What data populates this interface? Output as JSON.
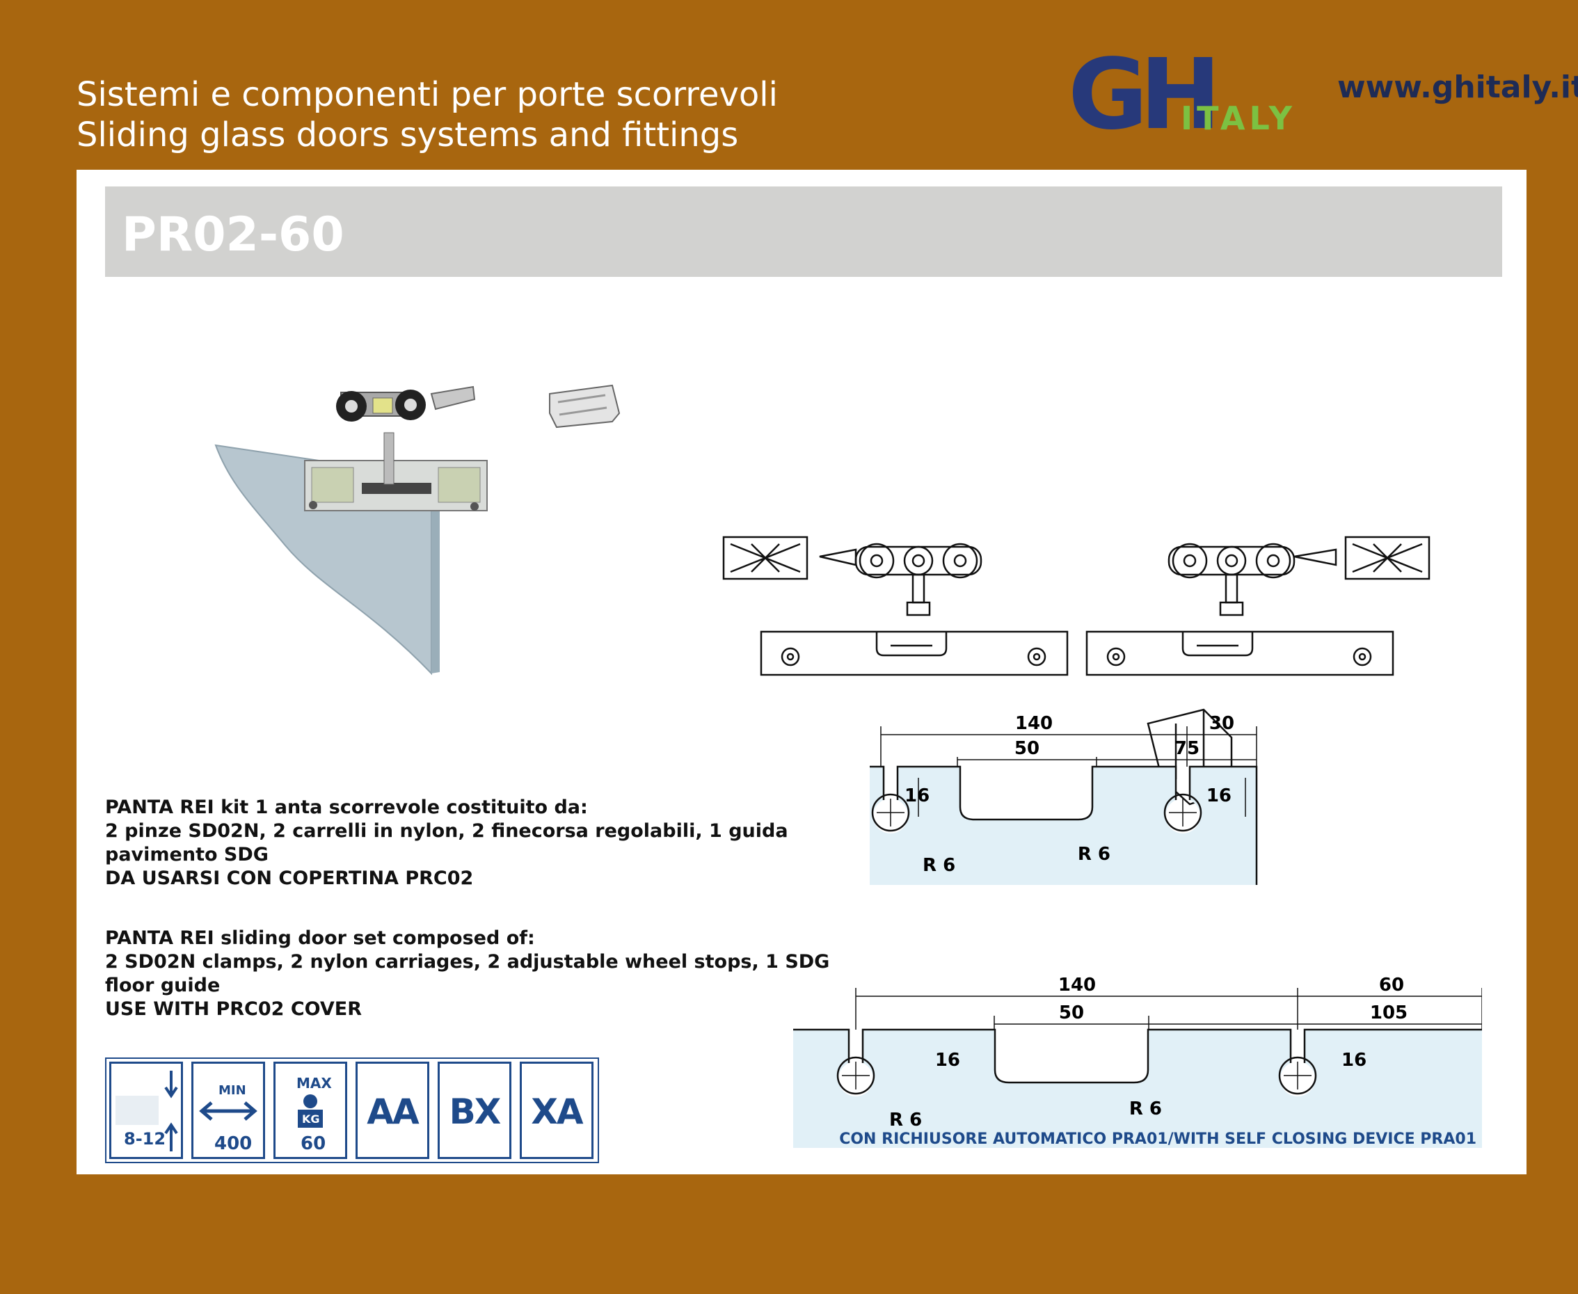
{
  "header": {
    "line_it": "Sistemi e componenti per porte scorrevoli",
    "line_en": "Sliding glass doors systems and fittings",
    "logo_letters": "GH",
    "logo_word": "ITALY",
    "website": "www.ghitaly.it"
  },
  "product": {
    "code": "PR02-60"
  },
  "description_it": [
    "PANTA REI kit 1 anta scorrevole costituito da:",
    "2 pinze SD02N, 2 carrelli in nylon, 2 finecorsa regolabili, 1 guida",
    "pavimento SDG",
    "DA USARSI CON COPERTINA PRC02"
  ],
  "description_en": [
    "PANTA REI sliding door set composed of:",
    "2 SD02N clamps, 2 nylon carriages, 2 adjustable wheel stops, 1 SDG",
    "floor guide",
    "USE WITH PRC02 COVER"
  ],
  "spec_icons": {
    "glass_thickness": "8-12",
    "min_label": "MIN",
    "min_value": "400",
    "max_label": "MAX",
    "kg_label": "KG",
    "max_value": "60",
    "codes": [
      "AA",
      "BX",
      "XA"
    ]
  },
  "drawing1": {
    "dim_total": "140",
    "dim_right": "30",
    "dim_slot": "50",
    "dim_offset": "75",
    "depth_left": "16",
    "depth_right": "16",
    "radius_left": "R 6",
    "radius_right": "R 6"
  },
  "drawing2": {
    "dim_total": "140",
    "dim_right": "60",
    "dim_slot": "50",
    "dim_offset": "105",
    "depth_left": "16",
    "depth_right": "16",
    "radius_left": "R 6",
    "radius_right": "R 6",
    "note": "CON RICHIUSORE AUTOMATICO PRA01/WITH SELF CLOSING DEVICE PRA01"
  },
  "colors": {
    "background": "#a8660f",
    "logo_blue": "#27397a",
    "logo_green": "#7cc142",
    "icon_blue": "#1e4a8a",
    "drawing_fill": "#e1f0f7"
  }
}
